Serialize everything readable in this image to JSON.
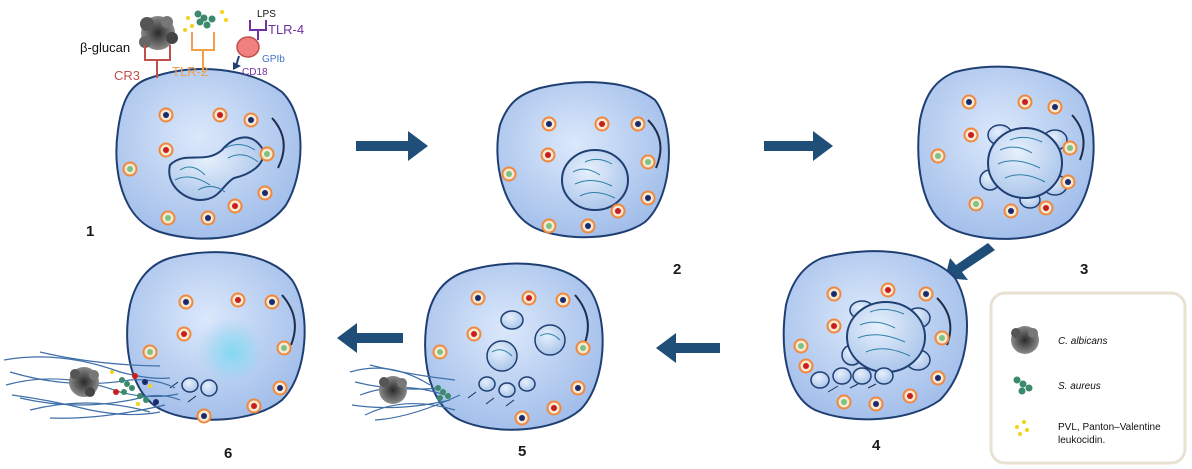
{
  "receptors": {
    "beta_glucan": "β-glucan",
    "cr3": "CR3",
    "tlr2": "TLR-2",
    "lps": "LPS",
    "tlr4": "TLR-4",
    "gpib": "GPIb",
    "cd18": "CD18"
  },
  "steps": [
    "1",
    "2",
    "3",
    "4",
    "5",
    "6"
  ],
  "legend": {
    "items": [
      {
        "icon": "candida-albicans-icon",
        "label": "C. albicans"
      },
      {
        "icon": "staphylococcus-aureus-icon",
        "label": "S. aureus"
      },
      {
        "icon": "pvl-toxin-icon",
        "label_line1": "PVL,   Panton–Valentine",
        "label_line2": "leukocidin."
      }
    ]
  },
  "colors": {
    "cell_fill": "#b6cdf1",
    "cell_stroke": "#1f3f73",
    "arrow": "#1f4e79",
    "cr3": "#c0504d",
    "tlr2": "#f0a04b",
    "tlr4": "#7030a0",
    "gpib": "#4472c4",
    "cd18": "#7030a0",
    "legend_border": "#e8e2d3"
  }
}
